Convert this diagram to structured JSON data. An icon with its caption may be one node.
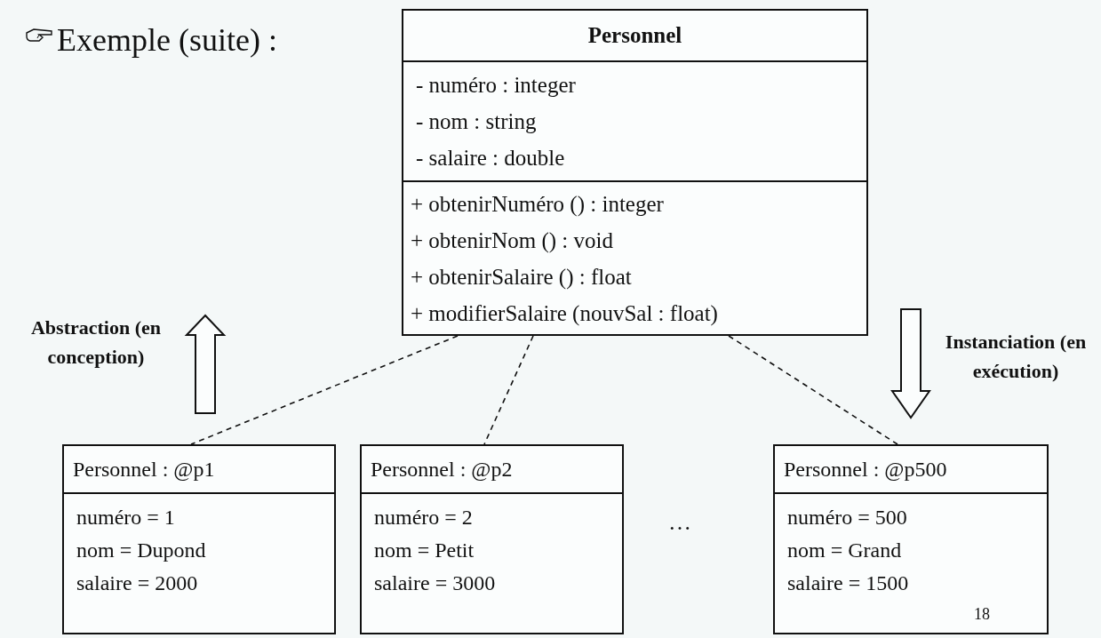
{
  "diagram": {
    "nodes": [
      {
        "text": [
          "Personnel",
          "- numéro : integer",
          "- nom : string",
          "- salaire : double",
          "+ obtenirNuméro () : integer",
          "+ obtenirNom () : void",
          "+ obtenirSalaire () : float",
          "+ modifierSalaire (nouvSal : float)"
        ]
      },
      {
        "text": [
          "Personnel : @p1",
          "numéro = 1",
          "nom = Dupond",
          "salaire = 2000"
        ]
      },
      {
        "text": [
          "Personnel : @p2",
          "numéro = 2",
          "nom = Petit",
          "salaire = 3000"
        ]
      },
      {
        "text": [
          "Personnel : @p500",
          "numéro = 500",
          "nom = Grand",
          "salaire = 1500"
        ]
      }
    ],
    "edges": [
      {
        "from": 0,
        "to": 1,
        "arrow": "none",
        "style": "dashed"
      },
      {
        "from": 0,
        "to": 2,
        "arrow": "none",
        "style": "dashed"
      },
      {
        "from": 0,
        "to": 3,
        "arrow": "none",
        "style": "dashed"
      }
    ],
    "labels": [
      "Exemple (suite) :",
      "Abstraction (en conception)",
      "Instanciation (en exécution)",
      "…",
      "18"
    ]
  }
}
